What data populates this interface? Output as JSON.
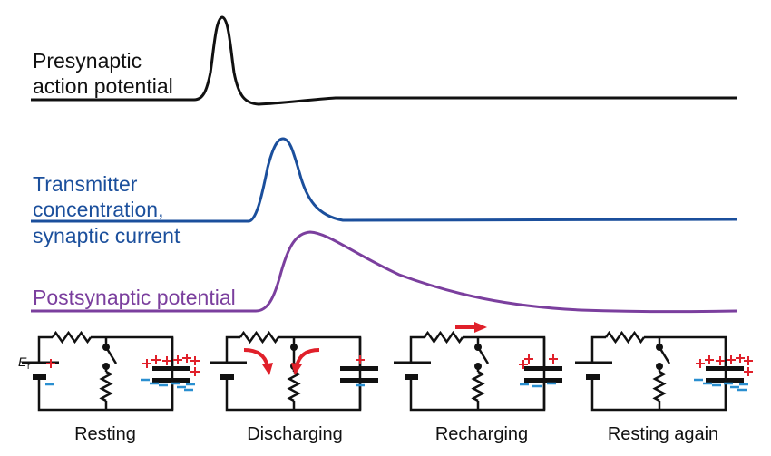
{
  "traces": {
    "presynaptic": {
      "label_line1": "Presynaptic",
      "label_line2": "action potential",
      "color": "#111111"
    },
    "transmitter": {
      "label_line1": "Transmitter",
      "label_line2": "concentration,",
      "label_line3": "synaptic current",
      "color": "#1b4f9c"
    },
    "postsynaptic": {
      "label": "Postsynaptic potential",
      "color": "#7b3f9e"
    }
  },
  "circuit": {
    "battery_label": "E",
    "battery_subscript": "r",
    "plus_color": "#e0202a",
    "minus_color": "#2a8fd0",
    "arrow_color": "#e0202a"
  },
  "stages": [
    {
      "caption": "Resting"
    },
    {
      "caption": "Discharging"
    },
    {
      "caption": "Recharging"
    },
    {
      "caption": "Resting again"
    }
  ]
}
